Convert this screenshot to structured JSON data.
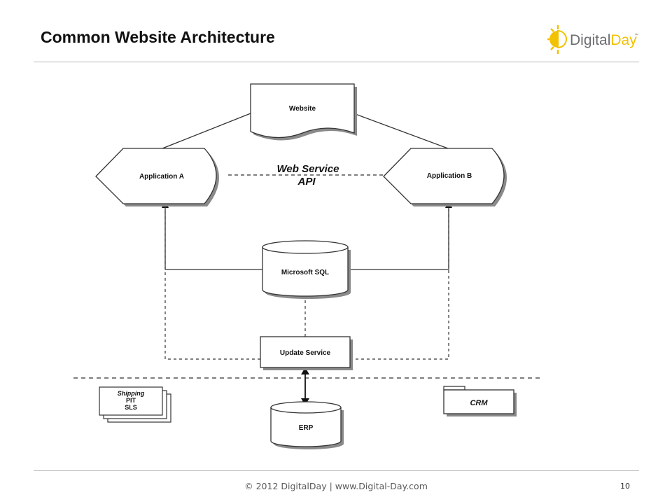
{
  "slide": {
    "title": "Common Website Architecture",
    "page_number": "10"
  },
  "logo": {
    "text_part1": "Digital",
    "text_part2": "Day",
    "trademark": "™",
    "icon": "sun-bulb-icon"
  },
  "footer": {
    "text": "© 2012 DigitalDay | www.Digital-Day.com"
  },
  "diagram": {
    "nodes": {
      "website": "Website",
      "app_a": "Application A",
      "app_b": "Application B",
      "api_line1": "Web Service",
      "api_line2": "API",
      "sql": "Microsoft SQL",
      "update": "Update Service",
      "shipping_line1": "Shipping",
      "shipping_line2": "PIT",
      "shipping_line3": "SLS",
      "erp": "ERP",
      "crm": "CRM"
    }
  },
  "colors": {
    "logo_yellow": "#f2c200",
    "logo_gray": "#6d6e71",
    "line": "#333333",
    "shadow": "#8a8a8a"
  }
}
